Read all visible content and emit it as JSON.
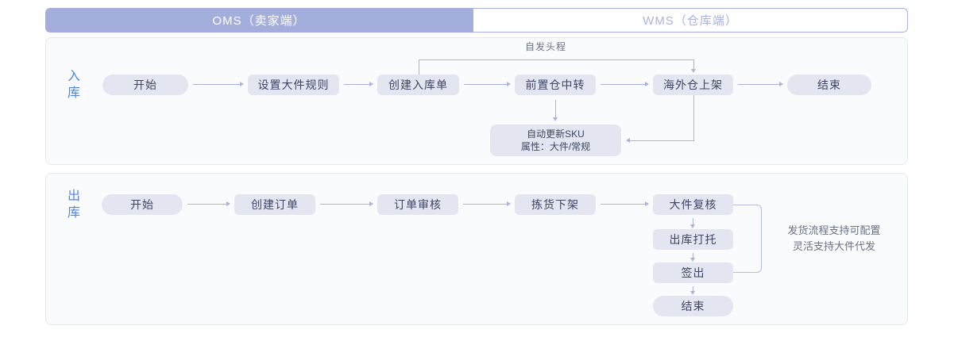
{
  "header": {
    "oms": "OMS（卖家端）",
    "wms": "WMS（仓库端）"
  },
  "inbound": {
    "row_label": "入库",
    "bypass_label": "自发头程",
    "steps": {
      "start": "开始",
      "set_rules": "设置大件规则",
      "create_inbound": "创建入库单",
      "prewarehouse_transfer": "前置仓中转",
      "overseas_shelving": "海外仓上架",
      "end": "结束"
    },
    "sku_update": {
      "line1": "自动更新SKU",
      "line2": "属性：大件/常规"
    }
  },
  "outbound": {
    "row_label": "出库",
    "steps": {
      "start": "开始",
      "create_order": "创建订单",
      "order_review": "订单审核",
      "picking": "拣货下架",
      "bulky_check": "大件复核",
      "palletizing": "出库打托",
      "sign_out": "签出",
      "end": "结束"
    },
    "note": {
      "line1": "发货流程支持可配置",
      "line2": "灵活支持大件代发"
    }
  },
  "colors": {
    "header_fill": "#a3aedd",
    "header_border": "#aab4de",
    "wms_text": "#a9b3e2",
    "node_fill": "#e3e6f0",
    "node_text": "#3d4466",
    "arrow": "#aab3dc",
    "row_label_text": "#4a86e8",
    "panel_bg": "#fafbfd",
    "panel_border": "#e4e8f2",
    "note_text": "#6b7186"
  }
}
